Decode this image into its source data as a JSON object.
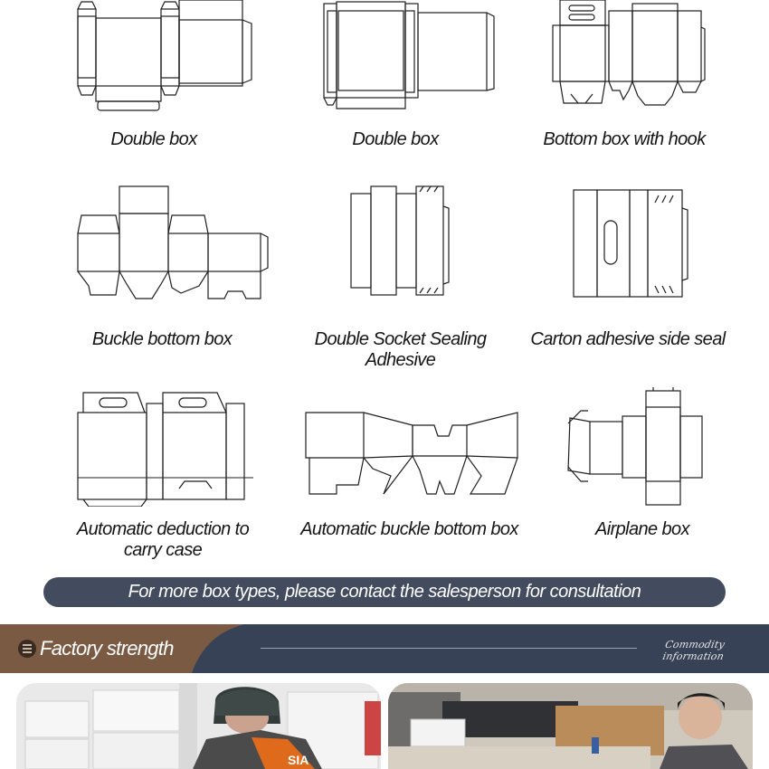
{
  "colors": {
    "pill": "#434b5e",
    "band_dark": "#384257",
    "band_brown": "#7a5a43",
    "line": "#1f1f1f"
  },
  "box_types": [
    {
      "label": "Double box",
      "icon": "double-box-diagram"
    },
    {
      "label": "Double box",
      "icon": "double-box-diagram"
    },
    {
      "label": "Bottom box with hook",
      "icon": "hook-bottom-box-diagram"
    },
    {
      "label": "Buckle bottom box",
      "icon": "buckle-bottom-box-diagram"
    },
    {
      "label": "Double Socket Sealing\nAdhesive",
      "icon": "socket-sealing-box-diagram"
    },
    {
      "label": "Carton adhesive side seal",
      "icon": "side-seal-carton-diagram"
    },
    {
      "label": "Automatic deduction to\ncarry case",
      "icon": "carry-case-diagram"
    },
    {
      "label": "Automatic buckle bottom box",
      "icon": "auto-buckle-box-diagram"
    },
    {
      "label": "Airplane box",
      "icon": "airplane-box-diagram"
    }
  ],
  "contact_banner": "For more box types, please contact the salesperson for consultation",
  "section": {
    "title": "Factory strength",
    "script_text": "Commodity information",
    "icon": "menu-circle-icon"
  },
  "photos": [
    {
      "icon": "factory-worker-photo"
    },
    {
      "icon": "factory-packaging-photo"
    }
  ]
}
